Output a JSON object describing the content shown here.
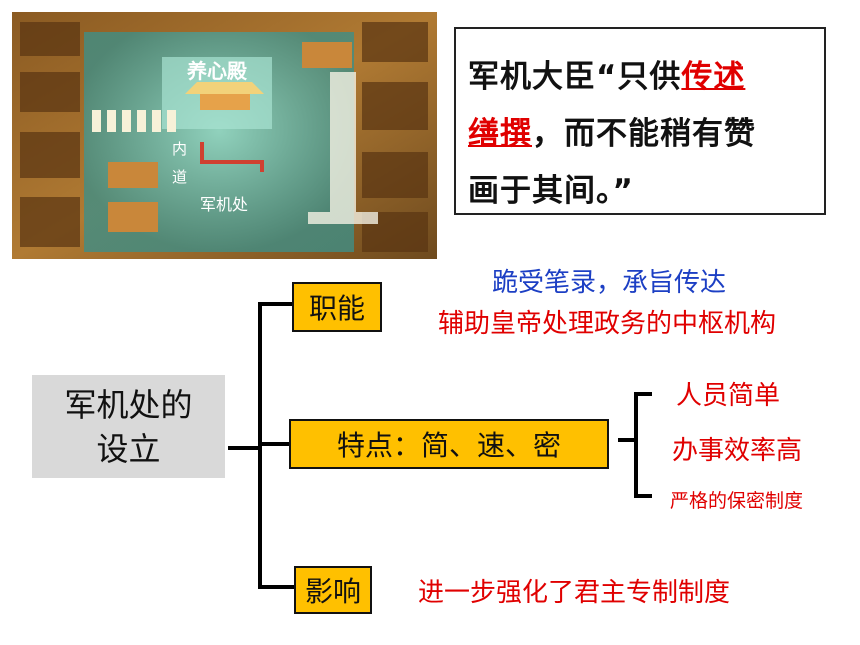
{
  "map": {
    "labels": [
      "养心殿",
      "内",
      "道",
      "军机处"
    ]
  },
  "quote": {
    "line1_a": "军机大臣“只供",
    "line1_b": "传述",
    "line2_a": "缮撰",
    "line2_b": "，而不能稍有赞",
    "line3": "画于其间。”"
  },
  "root": {
    "line1": "军机处的",
    "line2": "设立"
  },
  "branches": {
    "function": {
      "label": "职能",
      "desc1": "跪受笔录，承旨传达",
      "desc2": "辅助皇帝处理政务的中枢机构"
    },
    "feature": {
      "label": "特点：简、速、密",
      "items": [
        "人员简单",
        "办事效率高",
        "严格的保密制度"
      ]
    },
    "impact": {
      "label": "影响",
      "desc": "进一步强化了君主专制制度"
    }
  },
  "colors": {
    "accent_orange": "#ffc000",
    "text_red": "#e00000",
    "text_blue": "#1c3fc4",
    "node_grey": "#d9d9d9"
  }
}
